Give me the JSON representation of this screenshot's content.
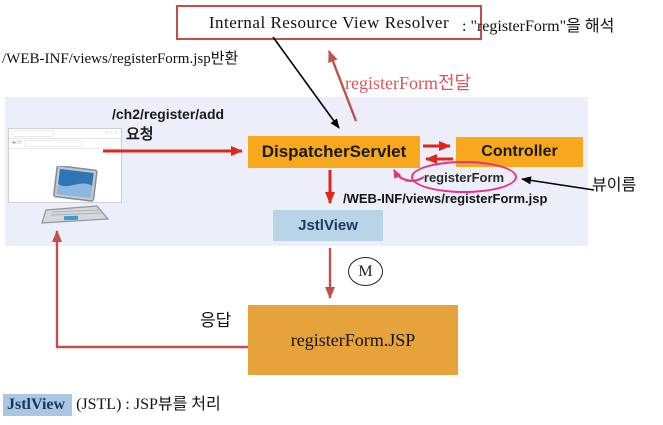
{
  "colors": {
    "panel_bg": "#eceef9",
    "node_orange": "#f7a81d",
    "jsp_orange": "#e6a33c",
    "jstl_blue": "#b9d3e7",
    "highlight_blue": "#a9c7e2",
    "arrow_red": "#e0261a",
    "arrow_brick": "#c0504d",
    "ellipse_pink": "#e8317f",
    "pass_text_red": "#d9565e",
    "resolver_border": "#c0504d"
  },
  "resolver": {
    "label": "Internal Resource View Resolver",
    "note": ": \"registerForm\"을 해석"
  },
  "annotations": {
    "return_path": "/WEB-INF/views/registerForm.jsp반환",
    "pass_view": "registerForm전달",
    "request_path": "/ch2/register/add",
    "request": "요청",
    "view_name_label": "뷰이름",
    "jsp_path": "/WEB-INF/views/registerForm.jsp",
    "response": "응답",
    "model_badge": "M"
  },
  "nodes": {
    "dispatcher_prefix": "Dispatcher",
    "dispatcher_suffix": "Servlet",
    "controller": "Controller",
    "view_name": "registerForm",
    "jstl_view": "JstlView",
    "jsp_page": "registerForm.JSP"
  },
  "footer": {
    "term": "JstlView",
    "definition": "(JSTL) : JSP뷰를 처리"
  }
}
